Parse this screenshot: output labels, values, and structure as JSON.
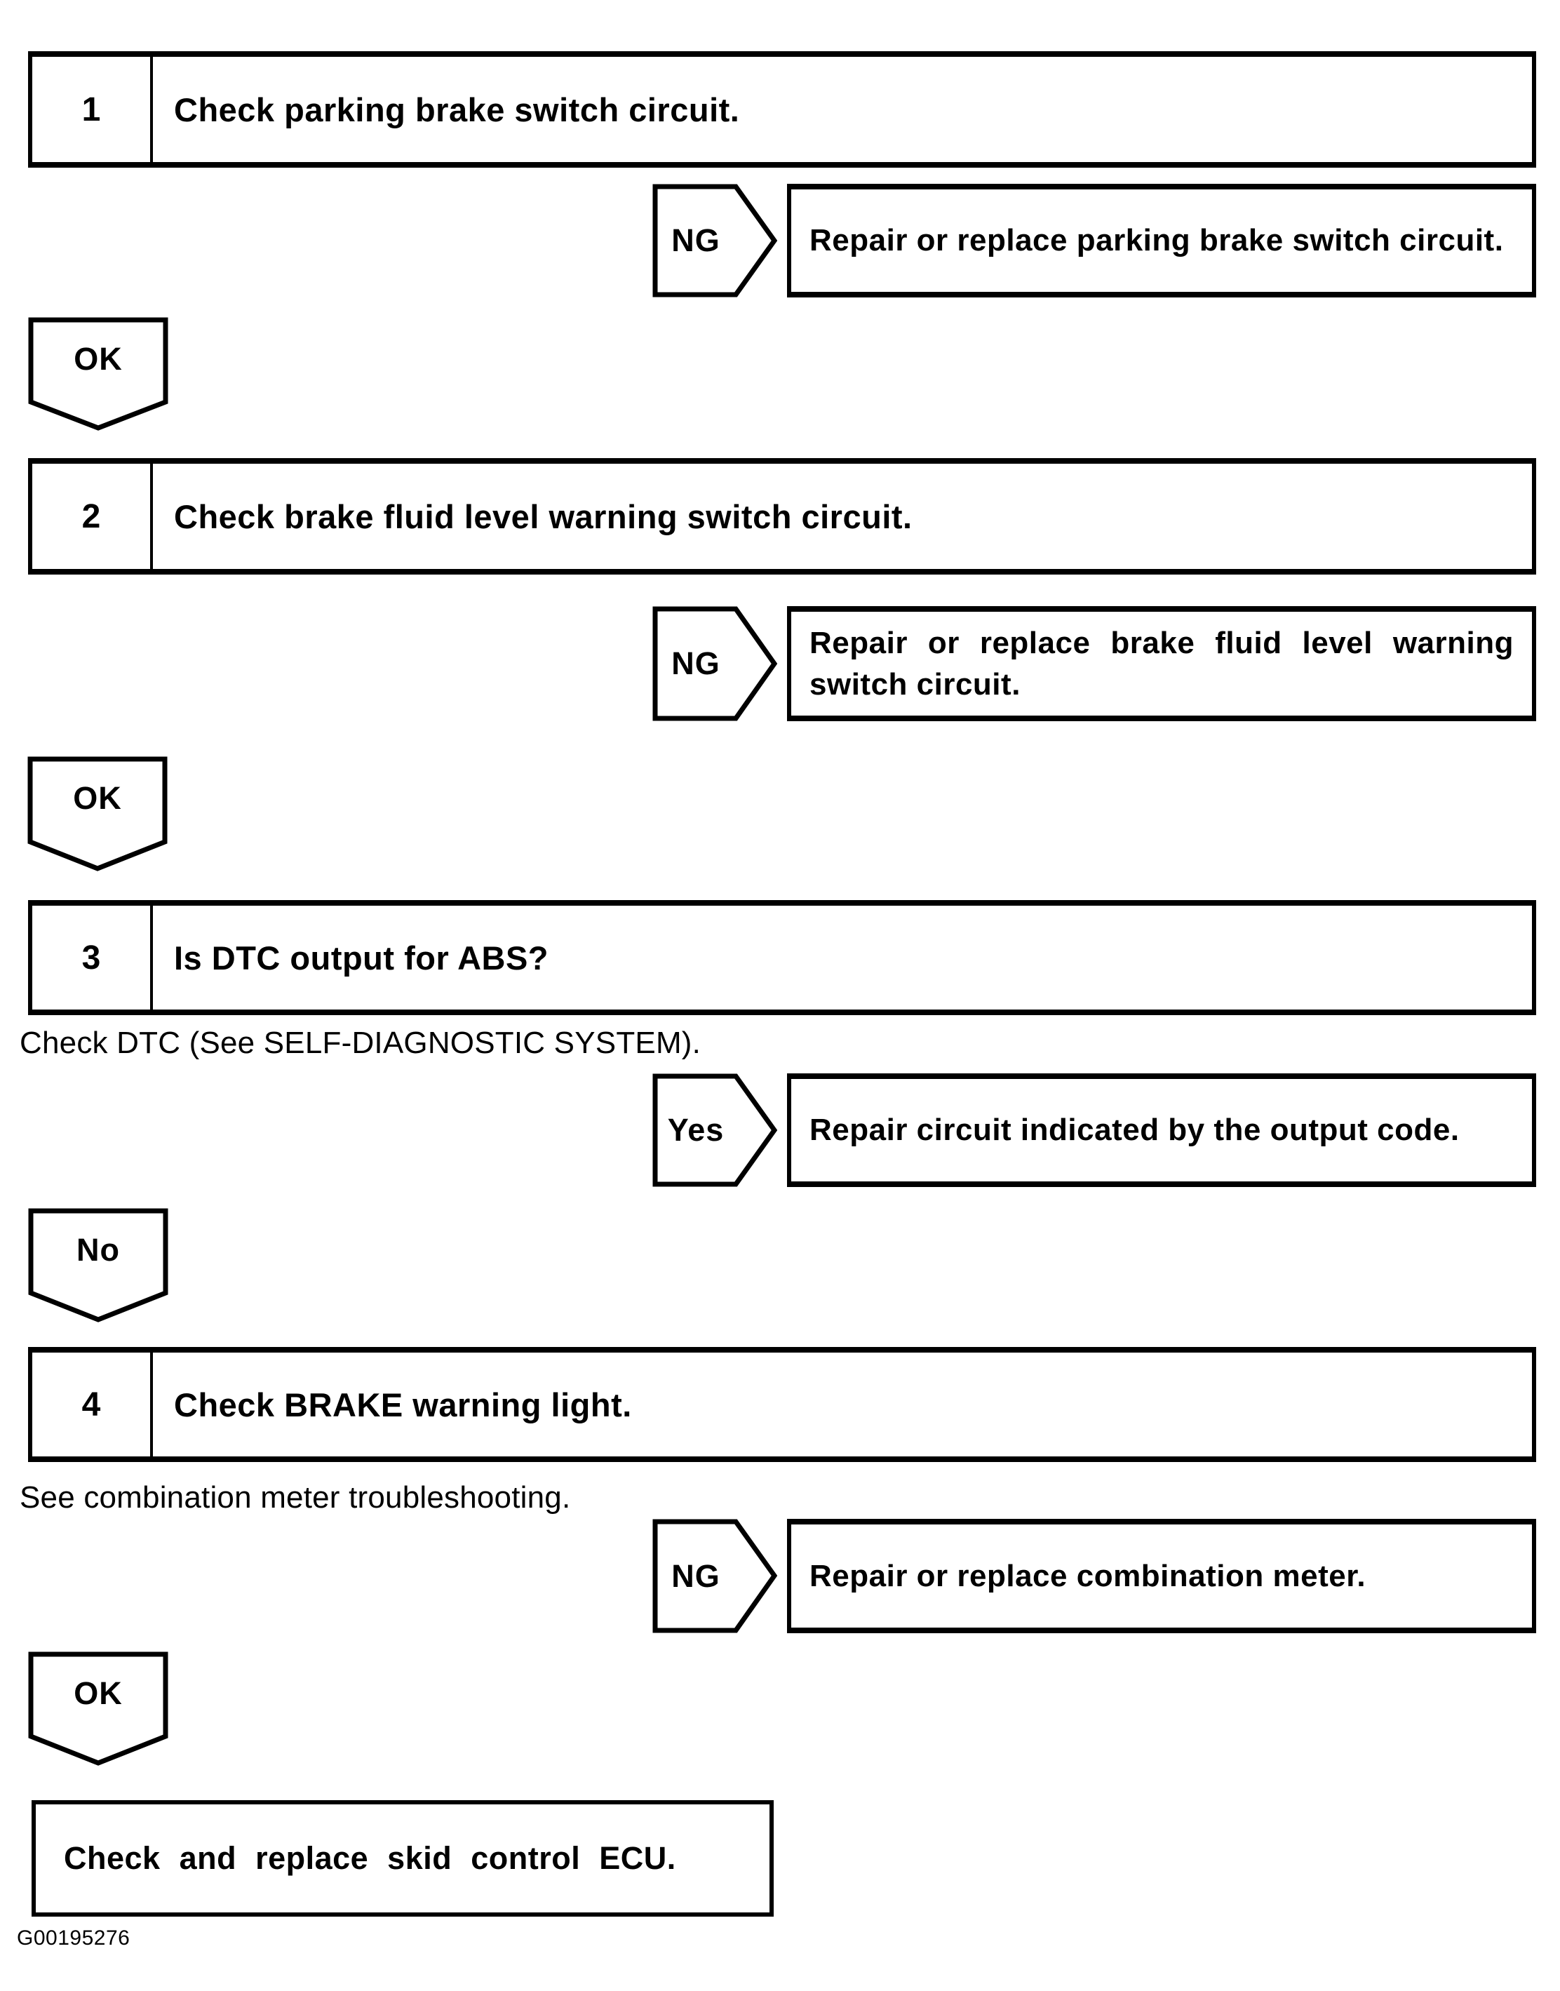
{
  "flow": {
    "steps": [
      {
        "number": "1",
        "title": "Check parking brake switch circuit.",
        "note": "",
        "branch_label": "NG",
        "branch_result": "Repair or replace parking brake switch circuit.",
        "continue_label": "OK"
      },
      {
        "number": "2",
        "title": "Check brake fluid level warning switch circuit.",
        "note": "",
        "branch_label": "NG",
        "branch_result": "Repair or replace brake fluid level warning switch circuit.",
        "continue_label": "OK"
      },
      {
        "number": "3",
        "title": "Is DTC output for ABS?",
        "note": "Check DTC (See SELF-DIAGNOSTIC SYSTEM).",
        "branch_label": "Yes",
        "branch_result": "Repair circuit indicated by the output code.",
        "continue_label": "No"
      },
      {
        "number": "4",
        "title": "Check BRAKE warning light.",
        "note": "See combination meter troubleshooting.",
        "branch_label": "NG",
        "branch_result": "Repair or replace combination meter.",
        "continue_label": "OK"
      }
    ],
    "final_action": "Check and replace skid control ECU.",
    "figure_code": "G00195276"
  }
}
